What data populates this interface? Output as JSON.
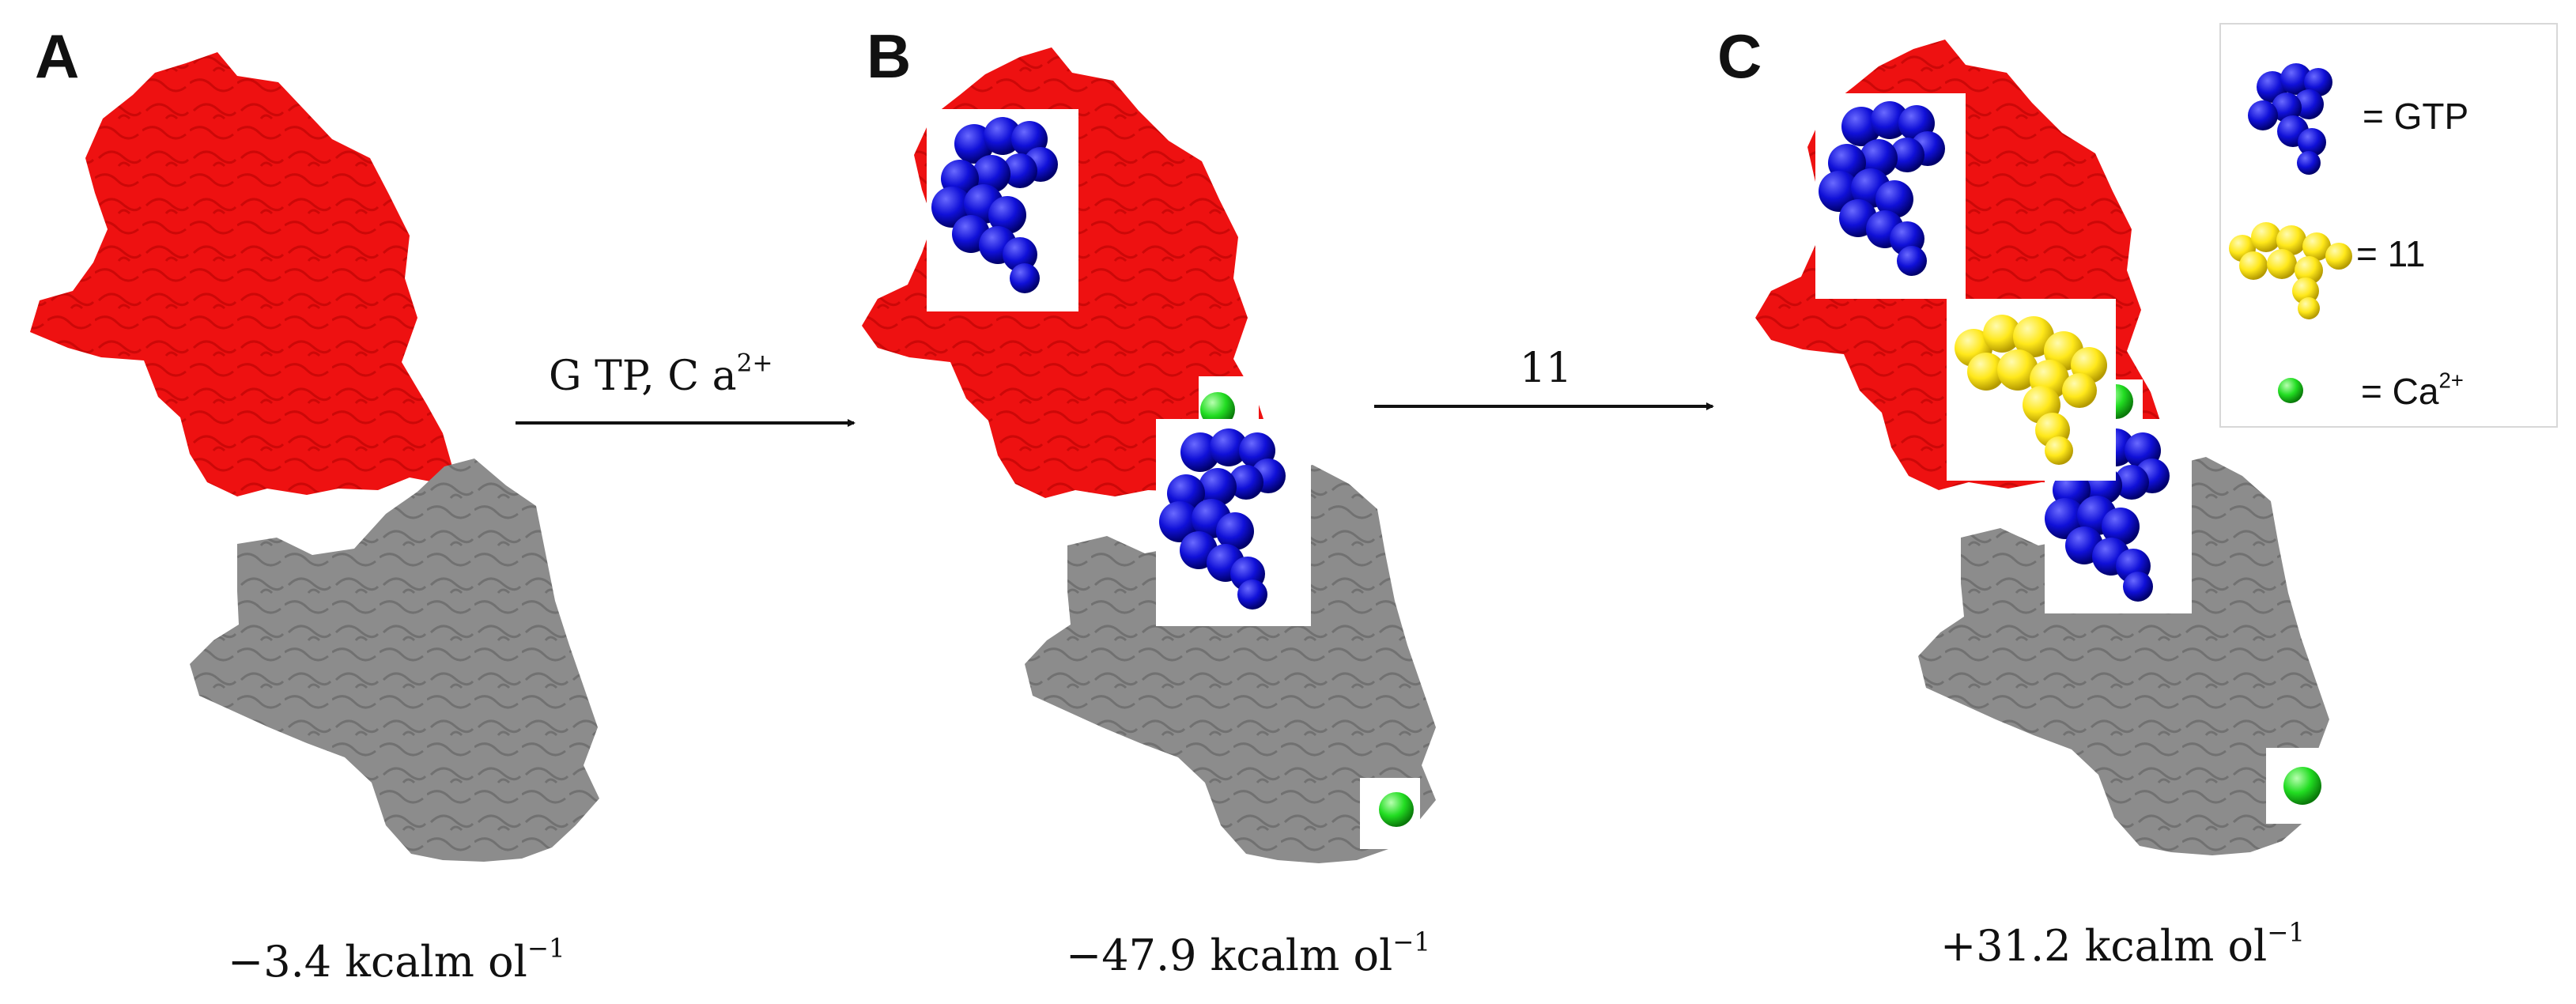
{
  "panels": {
    "a": {
      "letter": "A",
      "energy_value": "−3.4 kcalm ol",
      "energy_exp": "−1"
    },
    "b": {
      "letter": "B",
      "energy_value": "−47.9 kcalm ol",
      "energy_exp": "−1"
    },
    "c": {
      "letter": "C",
      "energy_value": "+31.2 kcalm ol",
      "energy_exp": "−1"
    }
  },
  "arrows": {
    "first": {
      "label": "G TP, C a",
      "label_sup": "2+"
    },
    "second": {
      "label": "11"
    }
  },
  "legend": {
    "gtp": "= GTP",
    "compound": "= 11",
    "calcium": "= Ca",
    "calcium_sup": "2+"
  },
  "colors": {
    "protein_red": "#ee1111",
    "protein_gray": "#8c8c8c",
    "gtp_blue": "#1010d8",
    "compound_yellow": "#ffe81a",
    "calcium_green": "#22dd22"
  }
}
